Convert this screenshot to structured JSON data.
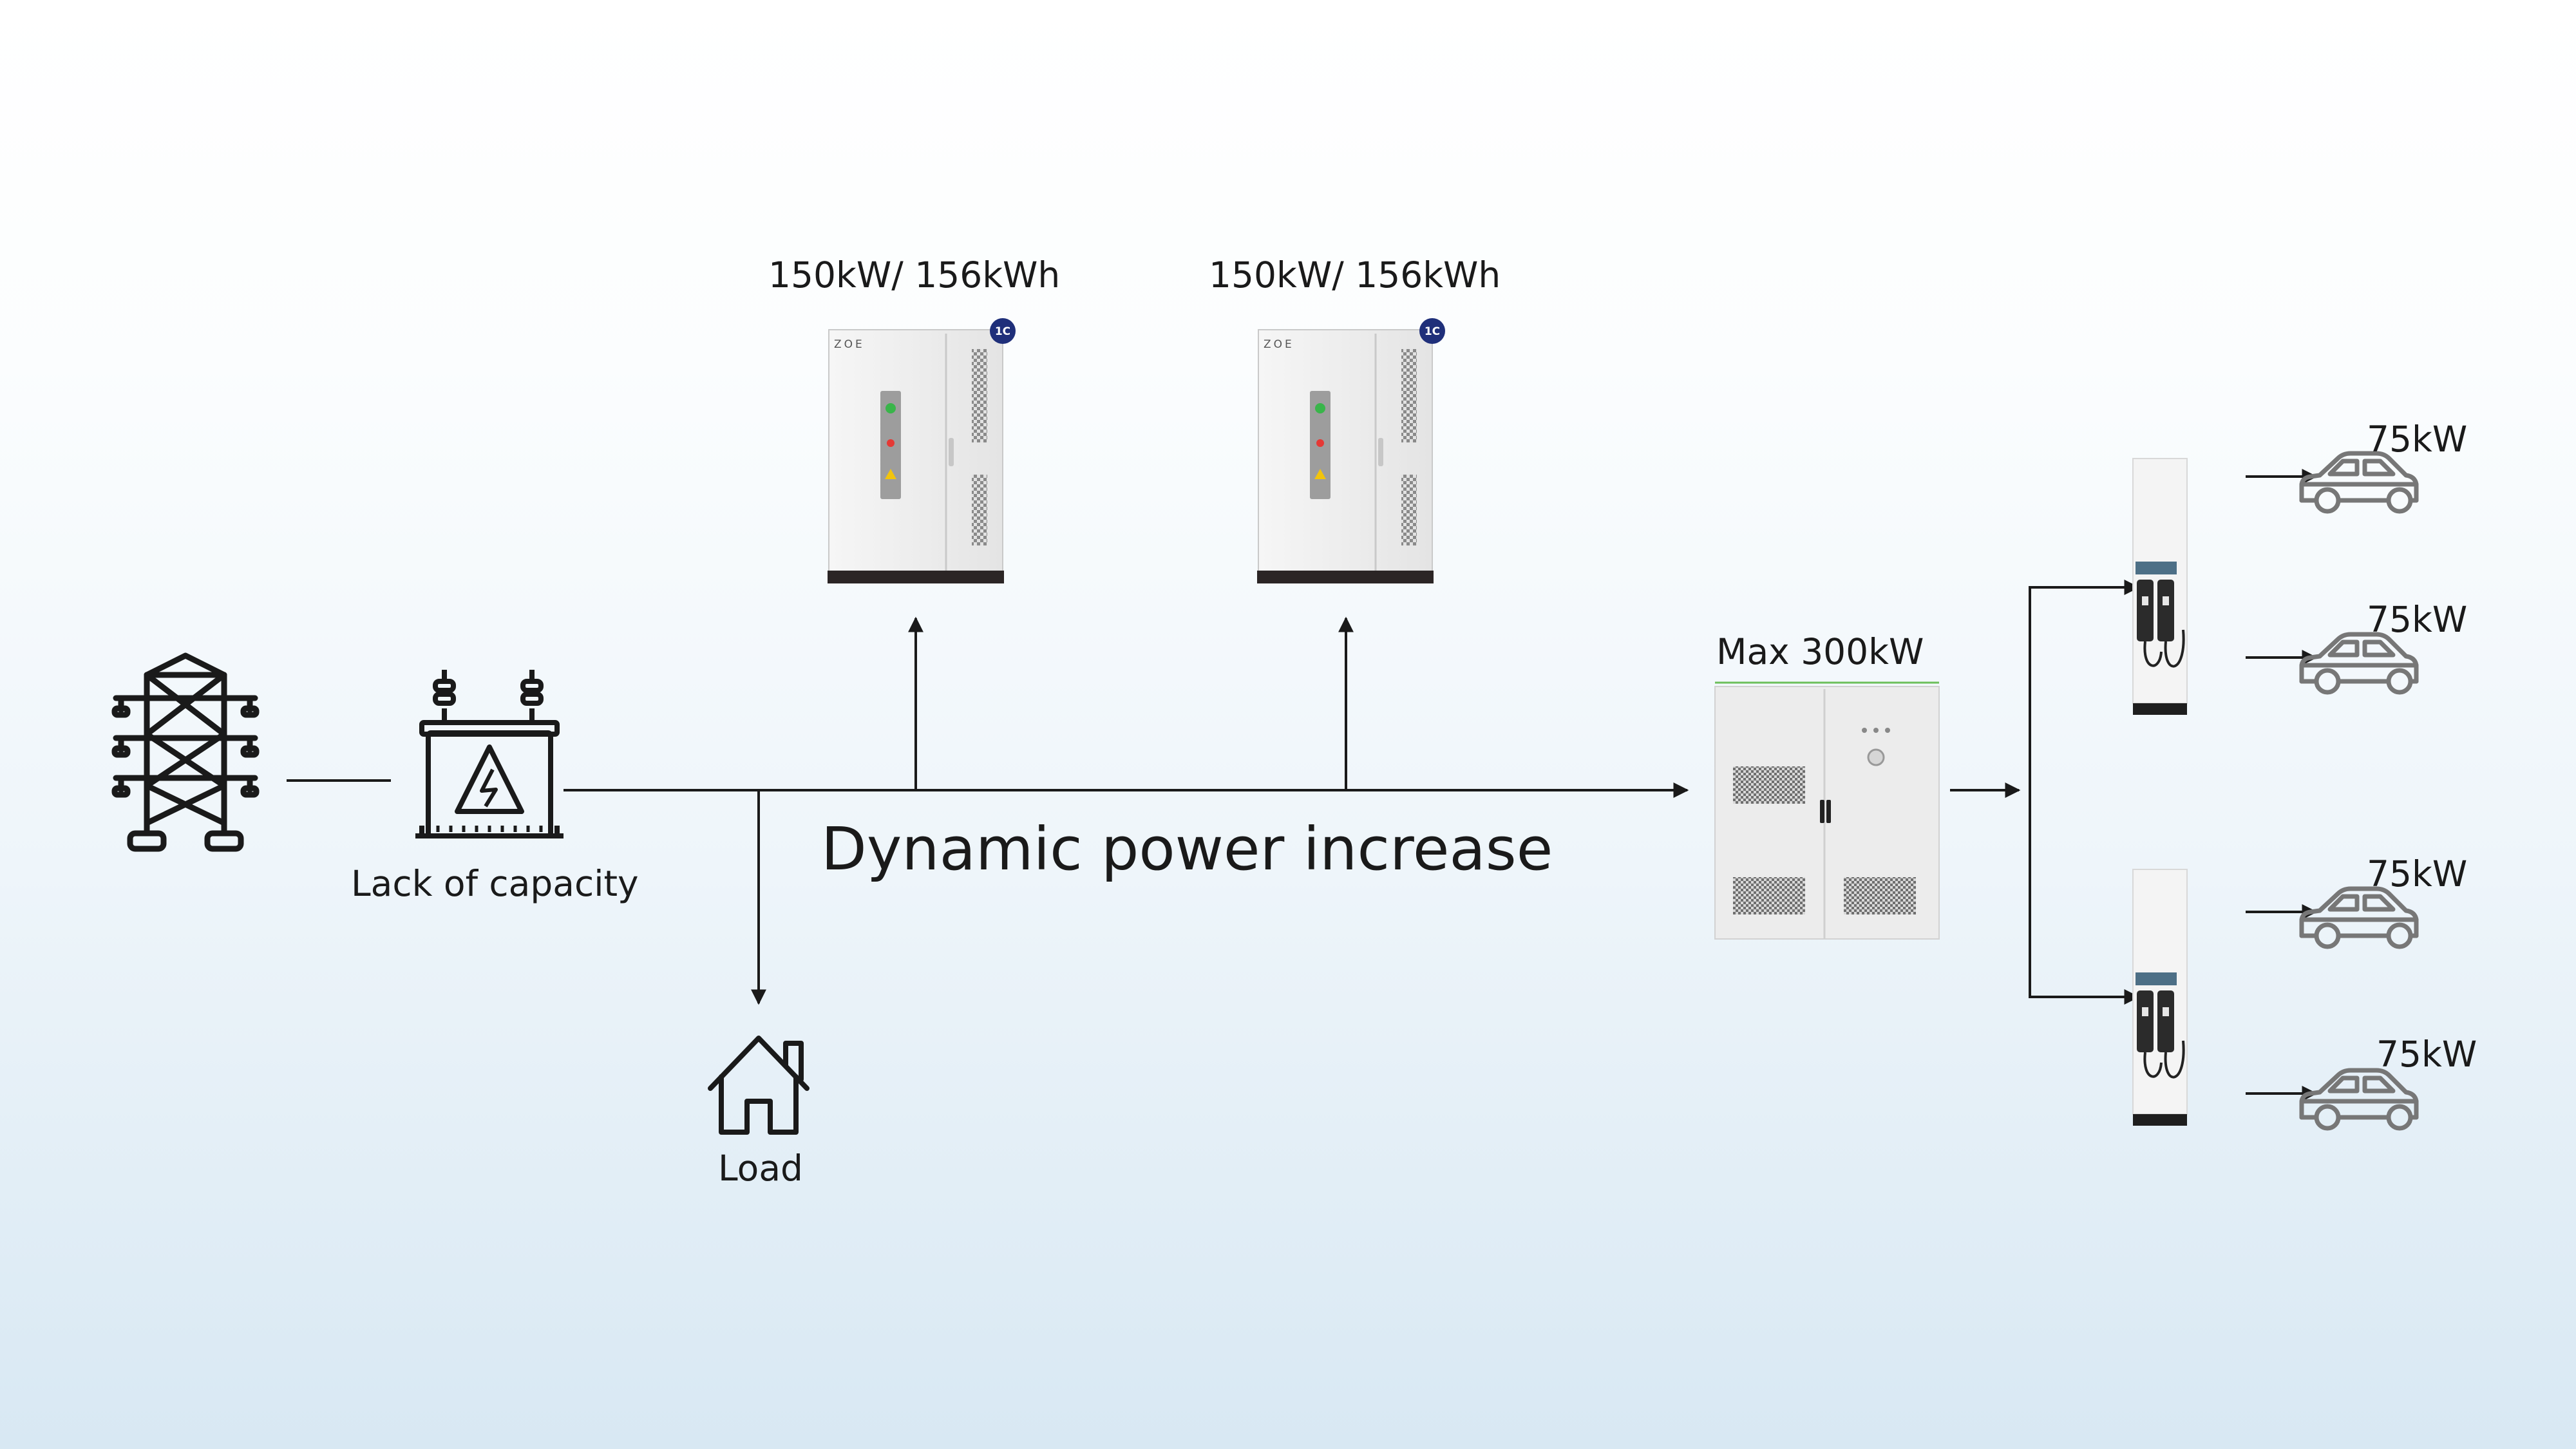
{
  "labels": {
    "storage_left": "150kW/ 156kWh",
    "storage_right": "150kW/ 156kWh",
    "transformer": "Lack of capacity",
    "load": "Load",
    "main": "Dynamic power increase",
    "inverter": "Max 300kW",
    "car_1": "75kW",
    "car_2": "75kW",
    "car_3": "75kW",
    "car_4": "75kW"
  },
  "cabinet": {
    "brand": "ZOE",
    "badge": "1C"
  },
  "colors": {
    "line": "#1a1a1a",
    "badge": "#1f2f7a",
    "car": "#777777"
  },
  "icons": [
    "power-tower-icon",
    "transformer-icon",
    "house-icon",
    "battery-cabinet",
    "pcs-cabinet",
    "ev-charger",
    "car-icon",
    "arrow"
  ]
}
